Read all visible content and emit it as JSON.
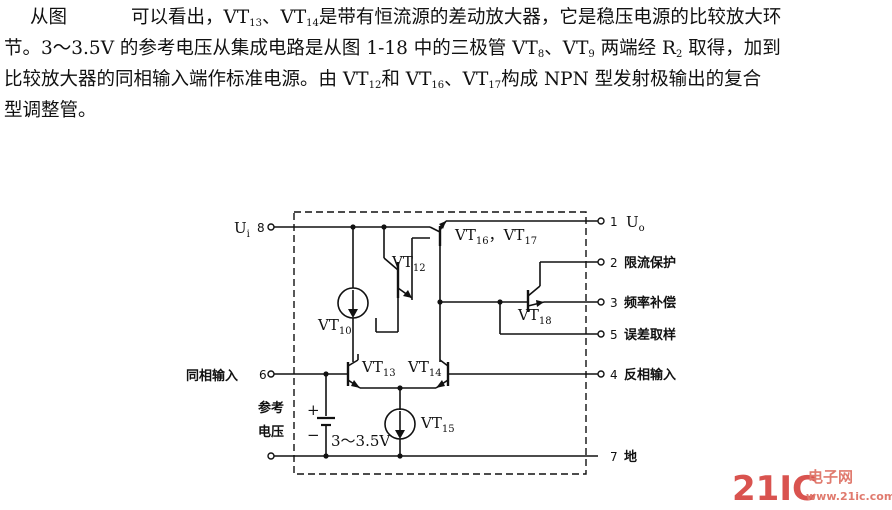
{
  "paragraph": {
    "line1": {
      "a": "从图",
      "b": "可以看出，VT",
      "s1": "13",
      "c": "、VT",
      "s2": "14",
      "d": "是带有恒流源的差动放大器，它是稳压电源的比较放大环"
    },
    "line2": {
      "a": "节。3～3.5V 的参考电压从集成电路是从图 1-18 中的三极管 VT",
      "s1": "8",
      "b": "、VT",
      "s2": "9",
      "c": " 两端经 R",
      "s3": "2",
      "d": " 取得，加到"
    },
    "line3": {
      "a": "比较放大器的同相输入端作标准电源。由 VT",
      "s1": "12",
      "b": "和 VT",
      "s2": "16",
      "c": "、VT",
      "s3": "17",
      "d": "构成 NPN 型发射极输出的复合"
    },
    "line4": {
      "a": "型调整管。"
    }
  },
  "diagram": {
    "labels": {
      "ui": "U",
      "ui_sub": "i",
      "uo": "U",
      "uo_sub": "o",
      "vt10": "VT",
      "vt10_sub": "10",
      "vt12": "VT",
      "vt12_sub": "12",
      "vt13": "VT",
      "vt13_sub": "13",
      "vt14": "VT",
      "vt14_sub": "14",
      "vt15": "VT",
      "vt15_sub": "15",
      "vt16": "VT",
      "vt16_sub": "16",
      "vt17": "VT",
      "vt17_sub": "17",
      "vt16_17_sep": "，",
      "vt18": "VT",
      "vt18_sub": "18",
      "noninv_input": "同相输入",
      "ref_line1": "参考",
      "ref_line2": "电压",
      "plus": "+",
      "minus": "−",
      "ref_value": "3～3.5V"
    },
    "pins": [
      {
        "num": "8",
        "label": ""
      },
      {
        "num": "1",
        "label": ""
      },
      {
        "num": "2",
        "label": "限流保护"
      },
      {
        "num": "3",
        "label": "频率补偿"
      },
      {
        "num": "5",
        "label": "误差取样"
      },
      {
        "num": "6",
        "label": ""
      },
      {
        "num": "4",
        "label": "反相输入"
      },
      {
        "num": "7",
        "label": "地"
      }
    ]
  },
  "watermark": {
    "brand": "21IC",
    "cn": "电子网",
    "site": "www.21ic.com",
    "colors": {
      "primary": "#d9534f",
      "secondary": "#e07a6e"
    }
  }
}
